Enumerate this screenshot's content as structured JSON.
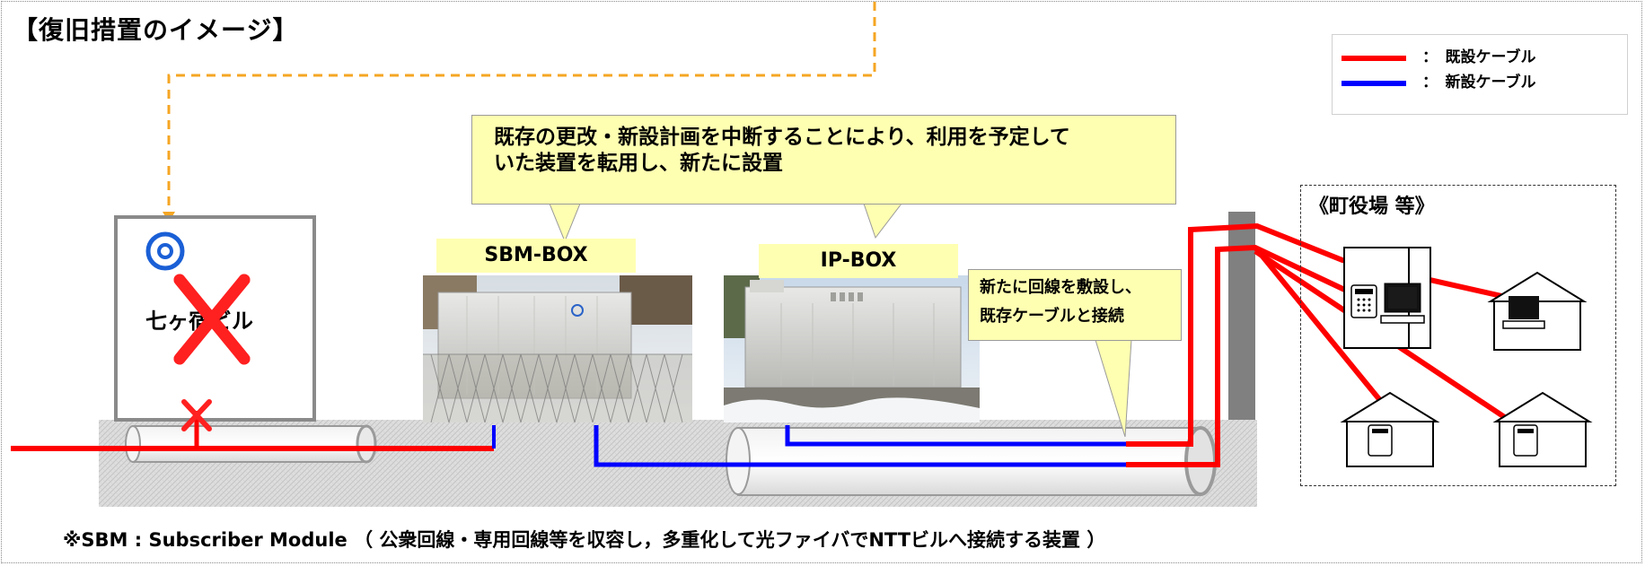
{
  "title": "【復旧措置のイメージ】",
  "legend": {
    "items": [
      {
        "label": "：　既設ケーブル",
        "color": "#ff0000"
      },
      {
        "label": "：　新設ケーブル",
        "color": "#0000ff"
      }
    ]
  },
  "callout_main": {
    "line1": "既存の更改・新設計画を中断することにより、利用を予定して",
    "line2": "いた装置を転用し、新たに設置"
  },
  "callout_small": {
    "line1": "新たに回線を敷設し、",
    "line2": "既存ケーブルと接続"
  },
  "sbm_box_label": "SBM-BOX",
  "ip_box_label": "IP-BOX",
  "building_label": "七ヶ宿ビル",
  "building_status": "damaged",
  "town_label": "《町役場 等》",
  "footnote": "※SBM : Subscriber Module （ 公衆回線・専用回線等を収容し，多重化して光ファイバでNTTビルへ接続する装置 ）",
  "colors": {
    "existing_cable": "#ff0000",
    "new_cable": "#0000ff",
    "dashed_link": "#f5a623",
    "callout_fill": "#ffffb2",
    "ground": "#dcdcdc",
    "pole": "#808080",
    "ntt_logo": "#1a5fd6"
  },
  "icons": [
    "ntt-logo-icon",
    "cross-mark-icon",
    "telephone-icon",
    "computer-icon",
    "house-icon"
  ]
}
